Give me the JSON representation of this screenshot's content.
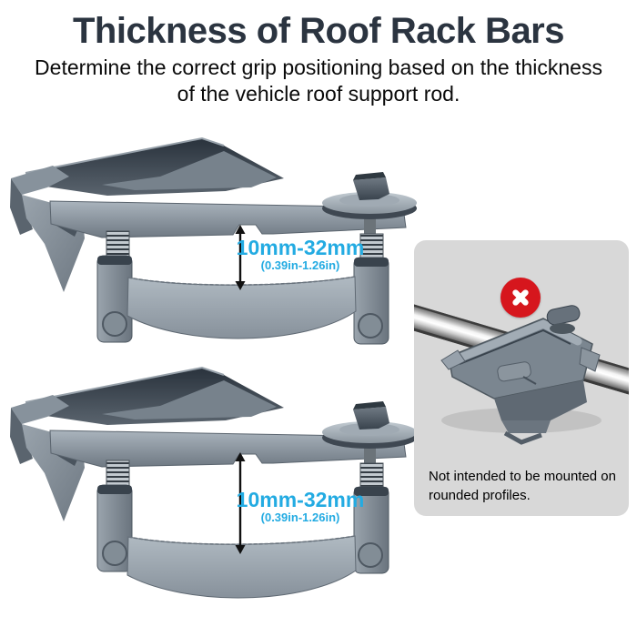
{
  "header": {
    "title": "Thickness of Roof Rack Bars",
    "subtitle_line1": "Determine the correct grip positioning based on the thickness",
    "subtitle_line2": "of the vehicle roof support rod."
  },
  "diagrams": {
    "top": {
      "name": "roof-rack-clamp-minimum-grip",
      "dimension_primary": "10mm-32mm",
      "dimension_secondary": "(0.39in-1.26in)"
    },
    "bottom": {
      "name": "roof-rack-clamp-maximum-grip",
      "dimension_primary": "10mm-32mm",
      "dimension_secondary": "(0.39in-1.26in)"
    }
  },
  "warning_panel": {
    "icon": "prohibition-x-icon",
    "caption": "Not intended to be mounted on rounded profiles."
  },
  "colors": {
    "accent_cyan": "#23abe2",
    "title_dark": "#2b3440",
    "panel_bg": "#d8d8d8",
    "warning_red": "#d6161d"
  }
}
